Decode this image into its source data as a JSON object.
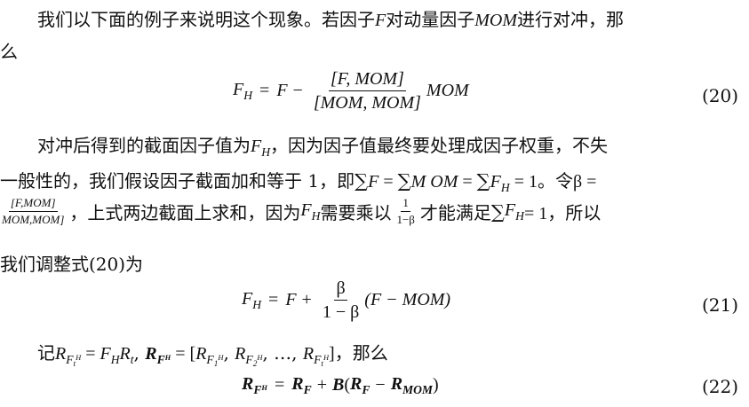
{
  "para1": {
    "line1": "我们以下面的例子来说明这个现象。若因子F对动量因子MOM进行对冲，那",
    "line2": "么"
  },
  "eq20": {
    "lhs": "F_H = F −",
    "numerator": "[F, MOM]",
    "denominator": "[MOM, MOM]",
    "tail": "MOM",
    "number": "(20)"
  },
  "para2": {
    "line1": "对冲后得到的截面因子值为F_H，因为因子值最终要处理成因子权重，不失",
    "line2": "一般性的，我们假设因子截面加和等于 1，即∑F = ∑M OM = ∑F_H = 1。令β =",
    "line3_frac_num": "[F,MOM]",
    "line3_frac_den": "MOM,MOM]",
    "line3_text": "，上式两边截面上求和，因为F_H需要乘以",
    "line3_frac2_num": "1",
    "line3_frac2_den": "1−β",
    "line3_tail": "才能满足∑F_H = 1，所以",
    "line4": "我们调整式(20)为"
  },
  "eq21": {
    "lhs": "F_H = F +",
    "numerator": "β",
    "denominator": "1 − β",
    "tail": "(F − MOM)",
    "number": "(21)"
  },
  "para3": {
    "line1": "记R_{F_t^H} = F_H R_t, R_{F^H} = [R_{F_1^H}, R_{F_2^H}, …, R_{F_t^H}]，那么"
  },
  "eq22": {
    "text": "R_{F^H} = R_F + B(R_F − R_MOM)",
    "number": "(22)"
  }
}
